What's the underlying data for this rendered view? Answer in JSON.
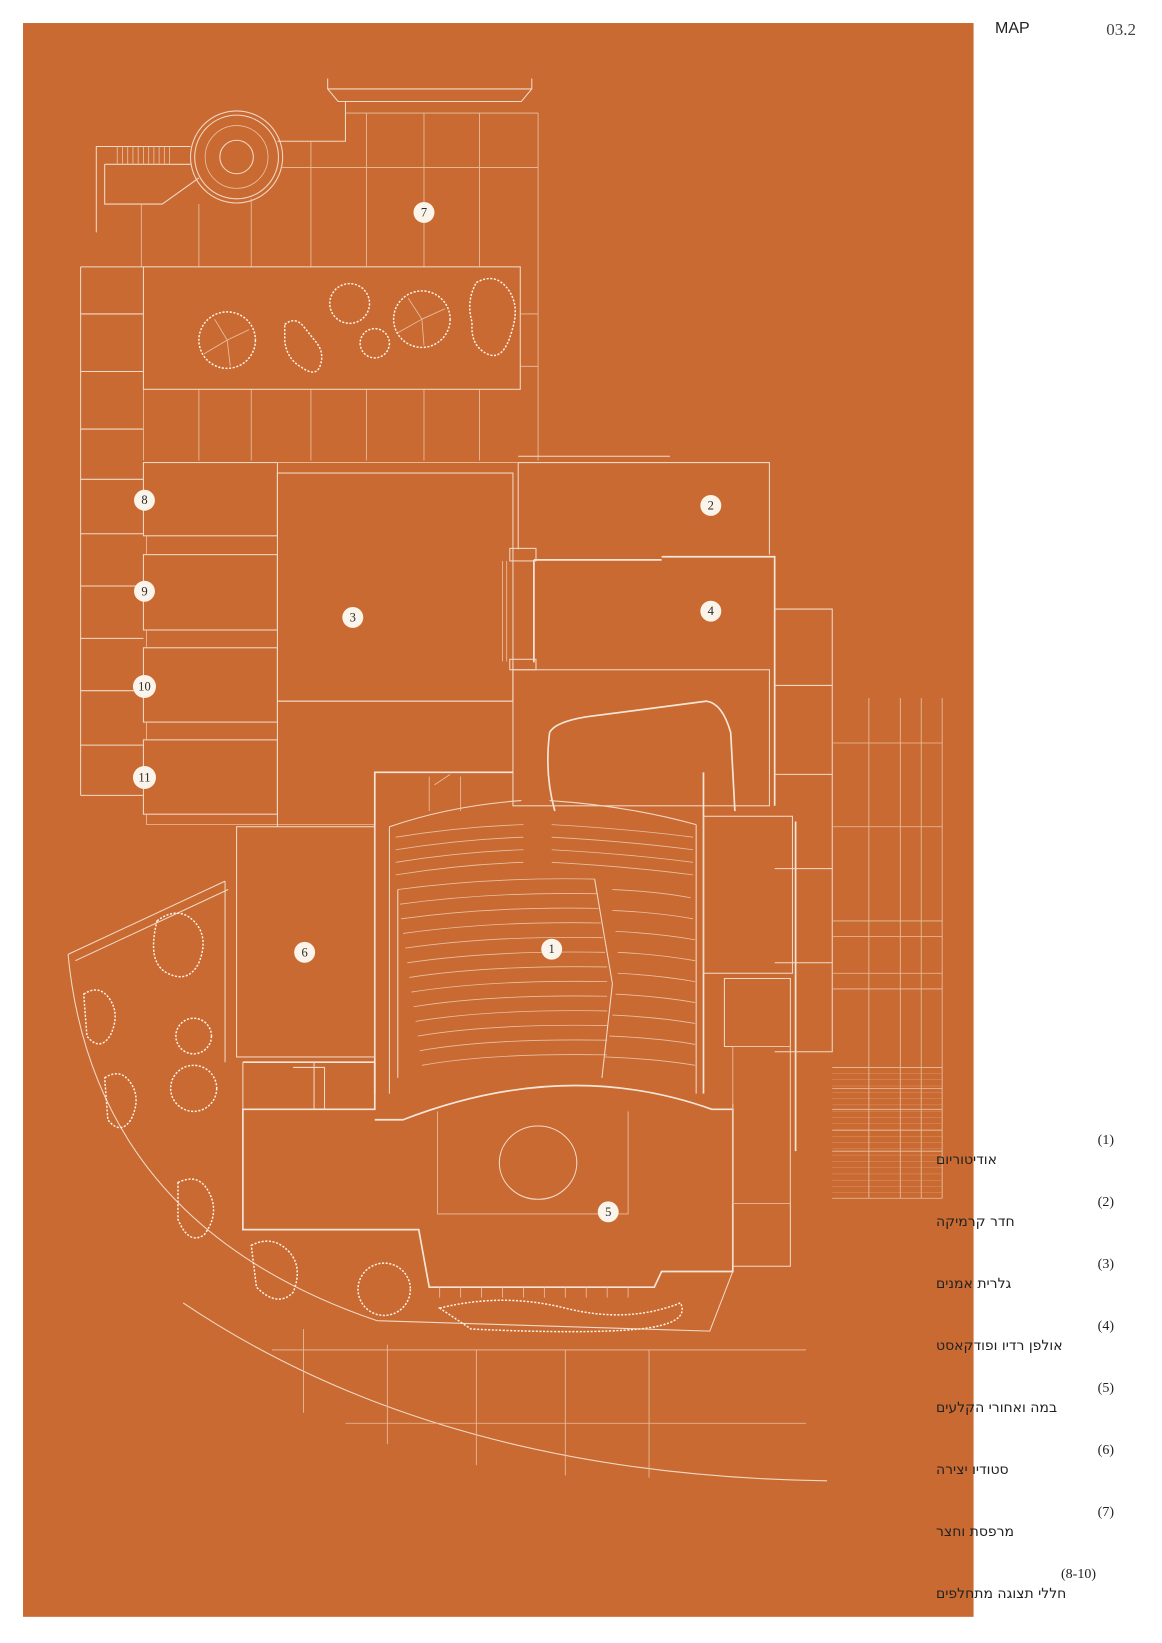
{
  "header": {
    "title": "MAP",
    "page_number": "03.2"
  },
  "colors": {
    "background": "#C96A32",
    "linework": "#F2D9C6",
    "badge": "#FBF4EA"
  },
  "plan": {
    "badges": {
      "b1": "1",
      "b2": "2",
      "b3": "3",
      "b4": "4",
      "b5": "5",
      "b6": "6",
      "b7": "7",
      "b8": "8",
      "b9": "9",
      "b10": "10",
      "b11": "11"
    }
  },
  "legend": [
    {
      "number": "(1)",
      "name": "אודיטוריום"
    },
    {
      "number": "(2)",
      "name": "חדר קרמיקה"
    },
    {
      "number": "(3)",
      "name": "גלרית אמנים"
    },
    {
      "number": "(4)",
      "name": "אולפן רדיו ופודקאסט"
    },
    {
      "number": "(5)",
      "name": "במה ואחורי הקלעים"
    },
    {
      "number": "(6)",
      "name": "סטודיו יצירה"
    },
    {
      "number": "(7)",
      "name": "מרפסת וחצר"
    },
    {
      "number": "(8-10)",
      "name": "חללי תצוגה מתחלפים"
    }
  ]
}
